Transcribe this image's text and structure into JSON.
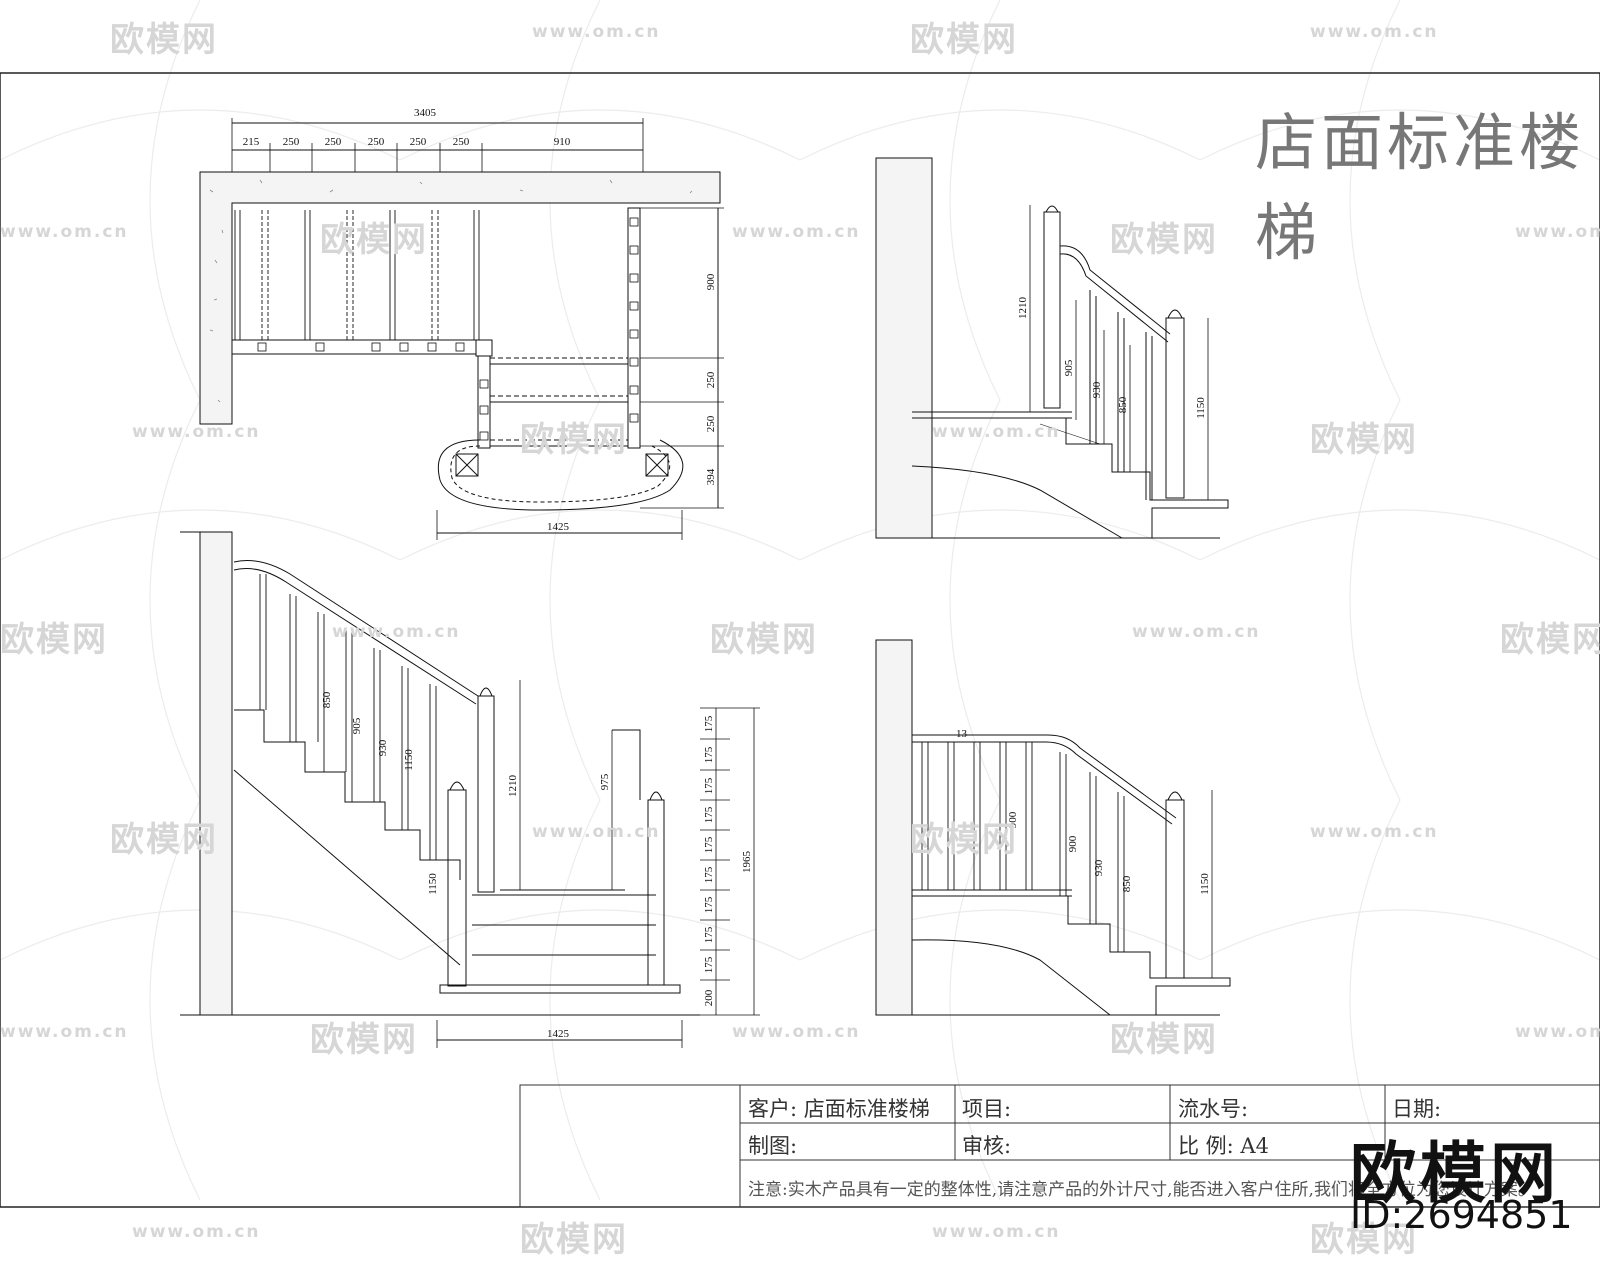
{
  "drawing": {
    "title": "店面标准楼梯",
    "plan_dims": {
      "overall": "3405",
      "segments": [
        "215",
        "250",
        "250",
        "250",
        "250",
        "250",
        "910"
      ],
      "right": [
        "900",
        "250",
        "250",
        "394"
      ],
      "bottom": "1425"
    },
    "elev_tr_dims": {
      "post_left": "1210",
      "a": "905",
      "b": "930",
      "c": "850",
      "d": "1150"
    },
    "elev_bl_dims": {
      "a": "850",
      "b": "905",
      "c": "930",
      "d": "1150",
      "e": "1210",
      "f": "975",
      "stack": [
        "175",
        "175",
        "175",
        "175",
        "175",
        "175",
        "175",
        "175",
        "175",
        "200"
      ],
      "total": "1965",
      "bottom": "1425"
    },
    "elev_br_dims": {
      "top": "13",
      "a": "900",
      "b": "900",
      "c": "930",
      "d": "850",
      "e": "1150"
    }
  },
  "title_block": {
    "client": "客户: 店面标准楼梯",
    "project": "项目:",
    "serial": "流水号:",
    "date": "日期:",
    "drafter": "制图:",
    "reviewer": "审核:",
    "scale": "比    例: A4",
    "note": "注意:实木产品具有一定的整体性,请注意产品的外计尺寸,能否进入客户住所,我们将全方位为您设计方案。"
  },
  "watermark": {
    "logo": "欧模网",
    "url": "www.om.cn",
    "brand": "欧模网",
    "id": "ID:2694851"
  }
}
